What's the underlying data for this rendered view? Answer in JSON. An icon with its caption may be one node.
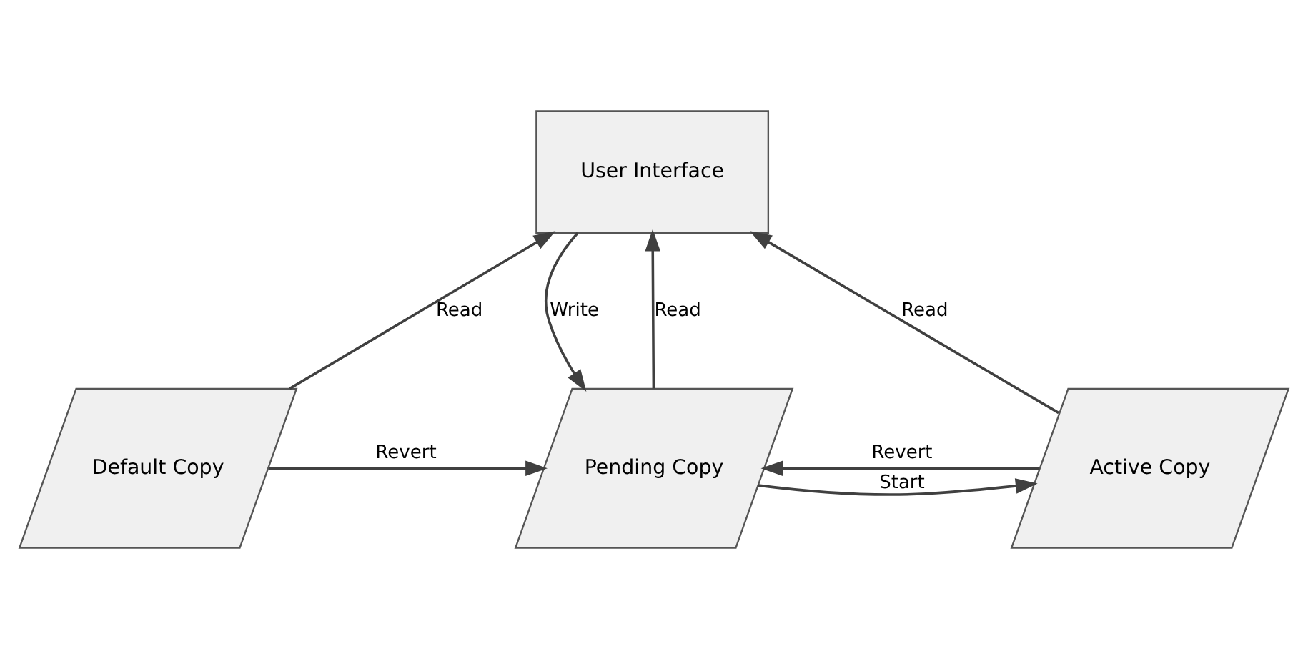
{
  "diagram": {
    "nodes": [
      {
        "text": [
          "User Interface"
        ]
      },
      {
        "text": [
          "Active Copy"
        ]
      },
      {
        "text": [
          "Pending Copy"
        ]
      },
      {
        "text": [
          "Default Copy"
        ]
      }
    ],
    "edges": [
      {
        "from": 1,
        "to": 0,
        "arrow": "to",
        "label": "Read"
      },
      {
        "from": 3,
        "to": 0,
        "arrow": "to",
        "label": "Read"
      },
      {
        "from": 0,
        "to": 2,
        "arrow": "to",
        "label": "Write"
      },
      {
        "from": 2,
        "to": 0,
        "arrow": "to",
        "label": "Read"
      },
      {
        "from": 2,
        "to": 1,
        "arrow": "to",
        "label": "Start"
      },
      {
        "from": 3,
        "to": 2,
        "arrow": "to",
        "label": "Revert"
      },
      {
        "from": 1,
        "to": 2,
        "arrow": "to",
        "label": "Revert"
      }
    ]
  }
}
